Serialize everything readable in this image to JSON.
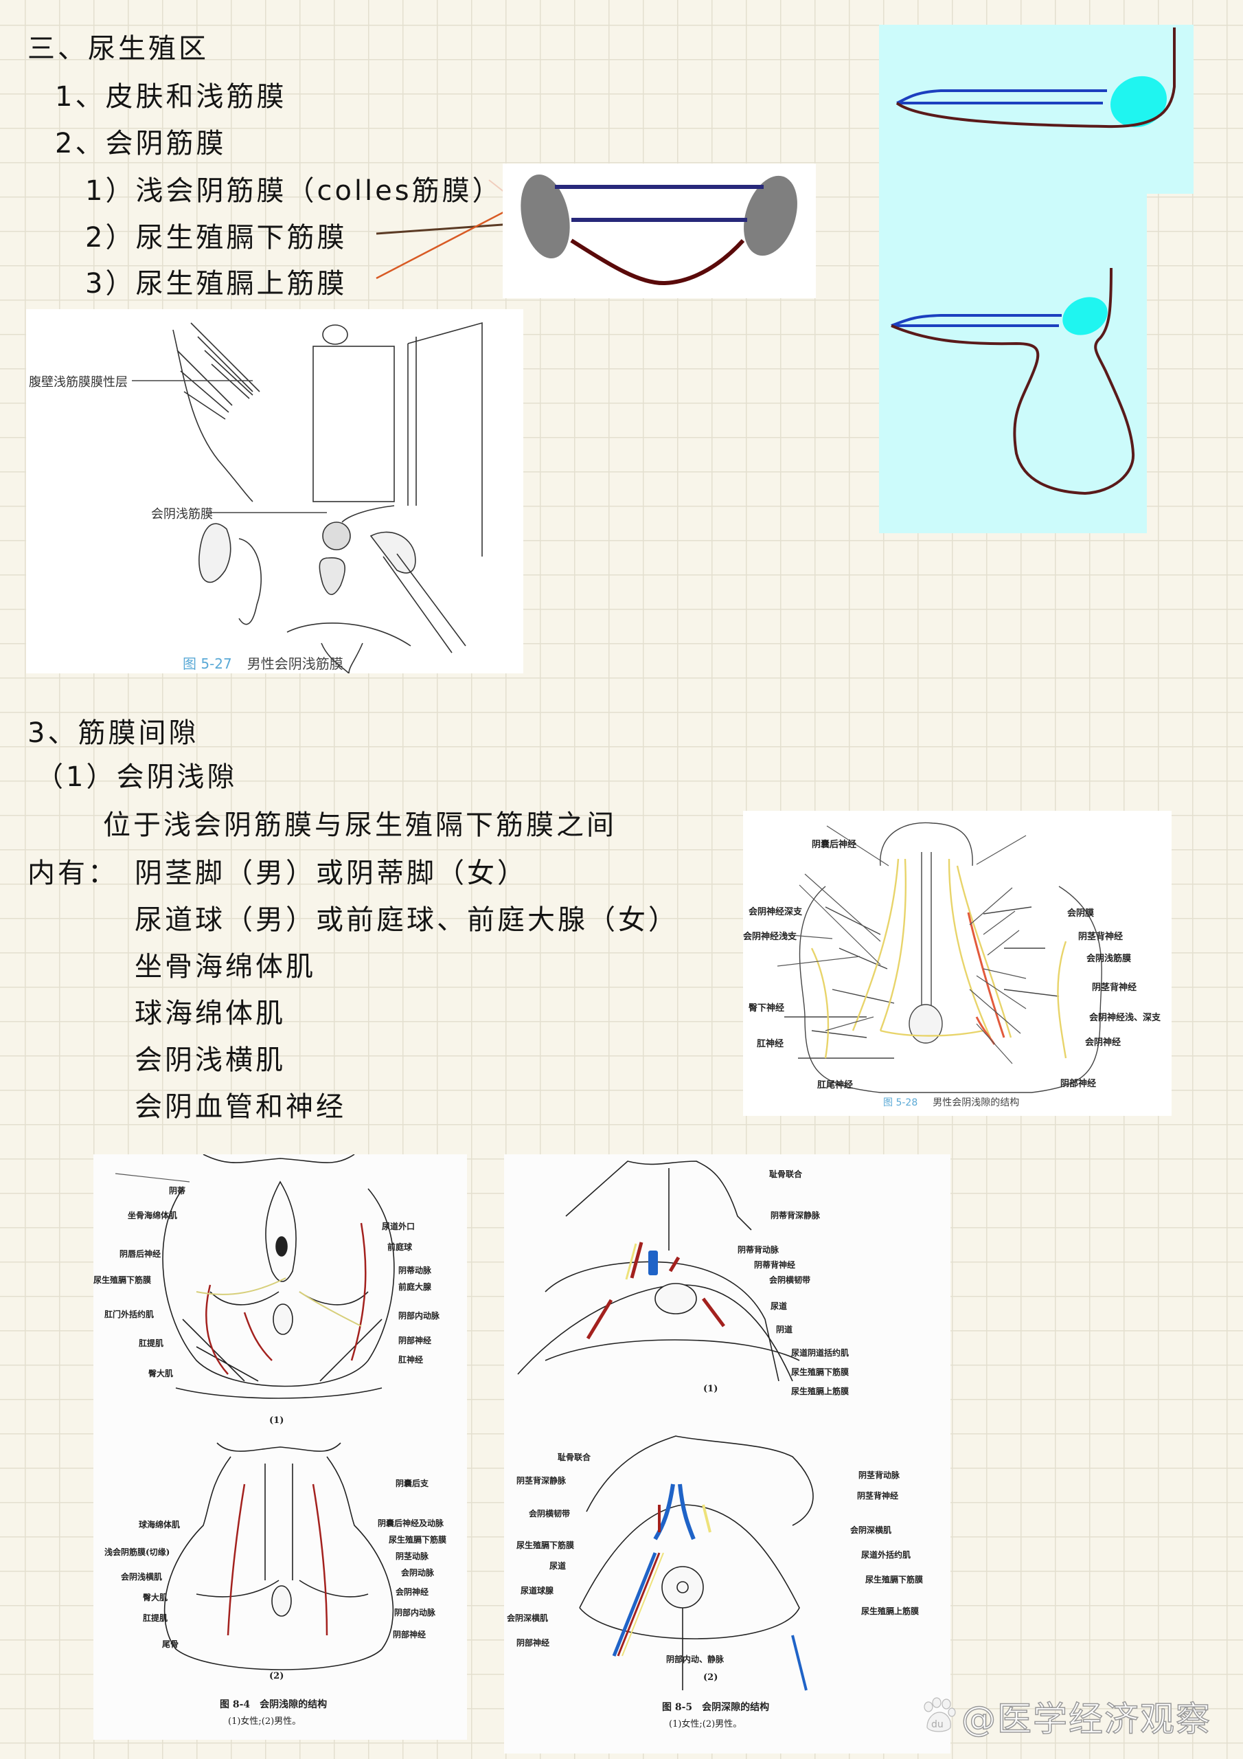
{
  "notes": {
    "section_title": "三、尿生殖区",
    "item1": "1、皮肤和浅筋膜",
    "item2": "2、会阴筋膜",
    "sub1": "1）浅会阴筋膜（colles筋膜）",
    "sub2": "2）尿生殖膈下筋膜",
    "sub3": "3）尿生殖膈上筋膜",
    "item3": "3、筋膜间隙",
    "sub_space1": "（1）会阴浅隙",
    "location": "位于浅会阴筋膜与尿生殖隔下筋膜之间",
    "contents_label": "内有：",
    "contents": [
      "阴茎脚（男）或阴蒂脚（女）",
      "尿道球（男）或前庭球、前庭大腺（女）",
      "坐骨海绵体肌",
      "球海绵体肌",
      "会阴浅横肌",
      "会阴血管和神经"
    ]
  },
  "diagram_fascia": {
    "colors": {
      "membrane": "#27287a",
      "colles": "#5a0a0a",
      "bone": "#7f7f7f",
      "line_sub1": "#f5d6c8",
      "line_sub2": "#5b3a24",
      "line_sub3": "#d85a24"
    }
  },
  "diagram_side": {
    "colors": {
      "bg": "#ccfbfb",
      "bulb": "#1ff5f0",
      "membrane": "#1c3fbf",
      "colles": "#5a1a1a"
    }
  },
  "fig_5_27": {
    "fig_no": "图 5-27",
    "title": "男性会阴浅筋膜",
    "labels": [
      "腹壁浅筋膜膜性层",
      "会阴浅筋膜"
    ]
  },
  "fig_5_28": {
    "fig_no": "图 5-28",
    "title": "男性会阴浅隙的结构",
    "labels_left": [
      "阴囊后神经",
      "会阴神经深支",
      "会阴神经浅支",
      "臀下神经",
      "肛神经",
      "肛尾神经"
    ],
    "labels_right": [
      "会阴膜",
      "阴茎背神经",
      "会阴浅筋膜",
      "阴茎背神经",
      "会阴神经浅、深支",
      "会阴神经",
      "阴部神经"
    ]
  },
  "fig_8_4": {
    "part1": {
      "tag": "(1)",
      "labels_left": [
        "阴蒂",
        "坐骨海绵体肌",
        "阴唇后神经",
        "尿生殖膈下筋膜",
        "肛门外括约肌",
        "肛提肌",
        "臀大肌"
      ],
      "labels_right": [
        "尿道外口",
        "前庭球",
        "阴蒂动脉",
        "前庭大腺",
        "阴部内动脉",
        "阴部神经",
        "肛神经"
      ]
    },
    "part2": {
      "tag": "(2)",
      "labels_left": [
        "球海绵体肌",
        "浅会阴筋膜(切缘)",
        "会阴浅横肌",
        "臀大肌",
        "肛提肌",
        "尾骨"
      ],
      "labels_right": [
        "阴囊后支",
        "阴囊后神经及动脉",
        "尿生殖膈下筋膜",
        "阴茎动脉",
        "会阴动脉",
        "会阴神经",
        "阴部内动脉",
        "阴部神经"
      ]
    },
    "caption": "图 8-4　会阴浅隙的结构",
    "subcaption": "(1)女性;(2)男性。"
  },
  "fig_8_5": {
    "part1": {
      "tag": "(1)",
      "labels_right": [
        "耻骨联合",
        "阴蒂背深静脉",
        "阴蒂背动脉",
        "阴蒂背神经",
        "会阴横韧带",
        "尿道",
        "阴道",
        "尿道阴道括约肌",
        "尿生殖膈下筋膜",
        "尿生殖膈上筋膜"
      ]
    },
    "part2": {
      "tag": "(2)",
      "labels_left": [
        "耻骨联合",
        "阴茎背深静脉",
        "会阴横韧带",
        "尿生殖膈下筋膜",
        "尿道",
        "尿道球腺",
        "会阴深横肌",
        "阴部神经"
      ],
      "labels_right": [
        "阴茎背动脉",
        "阴茎背神经",
        "会阴深横肌",
        "尿道外括约肌",
        "尿生殖膈下筋膜",
        "尿生殖膈上筋膜"
      ],
      "label_bottom": "阴部内动、静脉"
    },
    "caption": "图 8-5　会阴深隙的结构",
    "subcaption": "(1)女性;(2)男性。"
  },
  "watermark": {
    "text": "@医学经济观察",
    "logo": "du"
  }
}
